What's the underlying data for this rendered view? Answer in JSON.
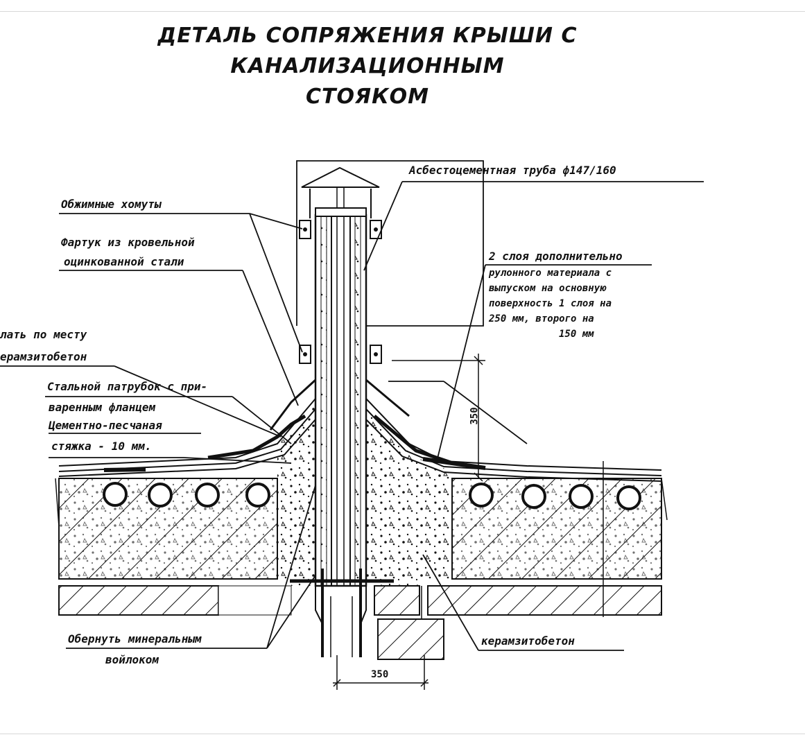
{
  "title": {
    "line1": "деталь сопряжения крыши с канализационным",
    "line2": "стояком"
  },
  "labels": {
    "pipe": "Асбестоцементная труба ф147/160",
    "clamps": "Обжимные хомуты",
    "apron_1": "Фартук из кровельной",
    "apron_2": "оцинкованной стали",
    "layers_1": "2 слоя дополнительно",
    "layers_2": "рулонного материала с",
    "layers_3": "выпуском на основную",
    "layers_4": "поверхность 1 слоя на",
    "layers_5": "250 мм, второго на",
    "layers_6": "150 мм",
    "place_1": "лать по месту",
    "place_2": "ерамзитобетон",
    "nozzle_1": "Стальной патрубок с при-",
    "nozzle_2": "варенным фланцем",
    "screed_1": "Цементно-песчаная",
    "screed_2": "стяжка - 10 мм.",
    "wrap_1": "Обернуть минеральным",
    "wrap_2": "войлоком",
    "claydite": "керамзитобетон"
  },
  "dimensions": {
    "vertical": "350",
    "horizontal": "350"
  }
}
